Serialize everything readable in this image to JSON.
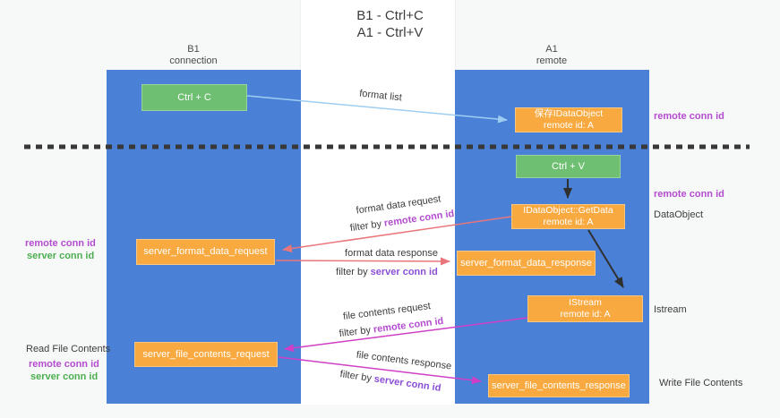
{
  "title": {
    "line1": "B1 - Ctrl+C",
    "line2": "A1 - Ctrl+V"
  },
  "columns": {
    "left": {
      "name": "B1",
      "subtitle": "connection"
    },
    "right": {
      "name": "A1",
      "subtitle": "remote"
    }
  },
  "nodes": {
    "ctrl_c": "Ctrl + C",
    "ctrl_v": "Ctrl + V",
    "save_dataobject": {
      "line1": "保存IDataObject",
      "line2": "remote id: A"
    },
    "getdata": {
      "line1": "IDataObject::GetData",
      "line2": "remote id: A"
    },
    "istream": {
      "line1": "IStream",
      "line2": "remote id: A"
    },
    "format_request": "server_format_data_request",
    "format_response": "server_format_data_response",
    "file_request": "server_file_contents_request",
    "file_response": "server_file_contents_response"
  },
  "arrow_labels": {
    "format_list": "format list",
    "format_data_request": "format data request",
    "format_data_response": "format data response",
    "file_contents_request": "file contents request",
    "file_contents_response": "file contents response",
    "filter_by": "filter by",
    "remote_conn_id": "remote conn id",
    "server_conn_id": "server conn id"
  },
  "side_labels": {
    "remote_conn_id": "remote conn id",
    "server_conn_id": "server conn id",
    "dataobject": "DataObject",
    "istream": "Istream",
    "read_file_contents": "Read File Contents",
    "write_file_contents": "Write File Contents"
  },
  "colors": {
    "blue": "#4A80D6",
    "orange": "#F8A93F",
    "green": "#6FBF72",
    "purple": "#B44CD0",
    "violet": "#8B4FD6",
    "green-text": "#4CAF50",
    "salmon": "#E8767B",
    "magenta": "#CE3FC6",
    "lightblue": "#9ECDF2",
    "dark": "#383838"
  }
}
